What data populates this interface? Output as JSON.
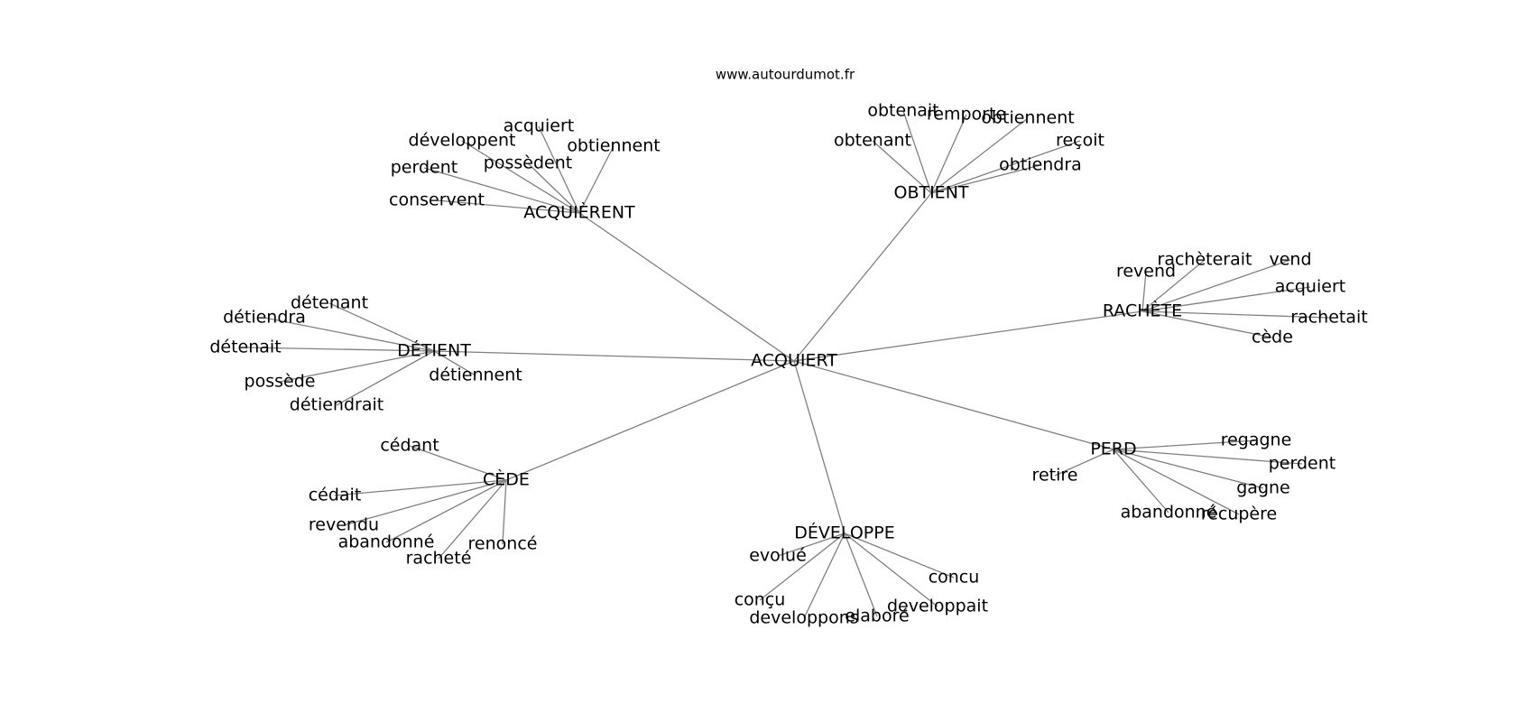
{
  "source": "www.autourdumot.fr",
  "colors": {
    "edge": "#808080",
    "text": "#000000",
    "background": "#ffffff"
  },
  "graph": {
    "center": "ACQUIERT",
    "hubs": [
      {
        "label": "ACQUIÈRENT",
        "leaves": [
          "acquiert",
          "développent",
          "obtiennent",
          "possèdent",
          "perdent",
          "conservent"
        ]
      },
      {
        "label": "OBTIENT",
        "leaves": [
          "obtenait",
          "remporte",
          "obtiennent",
          "obtenant",
          "reçoit",
          "obtiendra"
        ]
      },
      {
        "label": "RACHÈTE",
        "leaves": [
          "rachèterait",
          "vend",
          "revend",
          "acquiert",
          "rachetait",
          "cède"
        ]
      },
      {
        "label": "DÉTIENT",
        "leaves": [
          "détenant",
          "détiendra",
          "détenait",
          "détiennent",
          "possède",
          "détiendrait"
        ]
      },
      {
        "label": "CÈDE",
        "leaves": [
          "cédant",
          "cédait",
          "revendu",
          "abandonné",
          "renoncé",
          "racheté"
        ]
      },
      {
        "label": "DÉVELOPPE",
        "leaves": [
          "evolué",
          "concu",
          "conçu",
          "developpait",
          "elaboré",
          "developpons"
        ]
      },
      {
        "label": "PERD",
        "leaves": [
          "regagne",
          "perdent",
          "retire",
          "gagne",
          "abandonné",
          "récupère"
        ]
      }
    ]
  }
}
